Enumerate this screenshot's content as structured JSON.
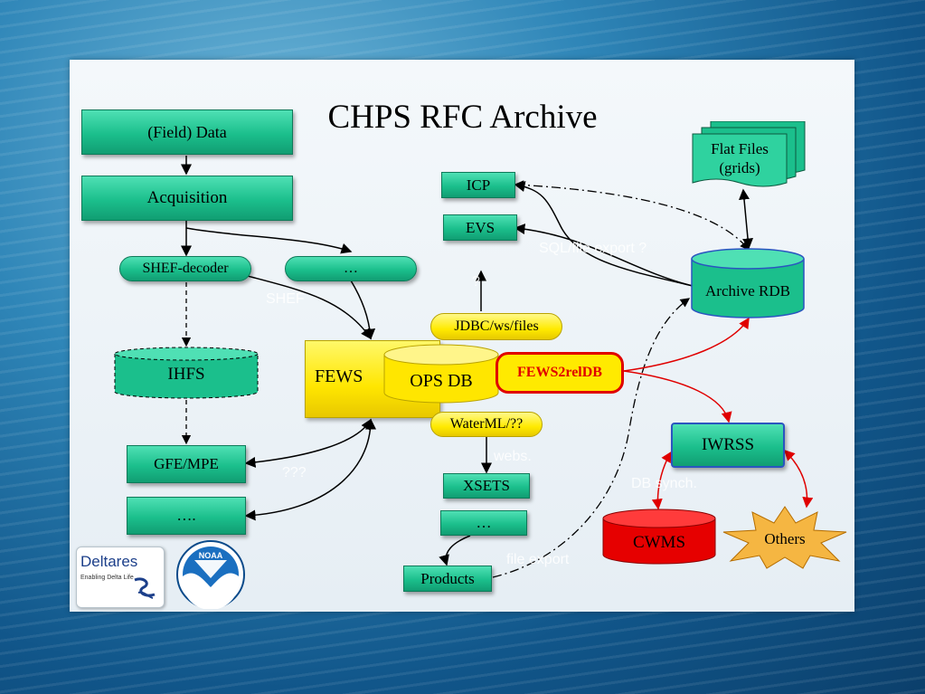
{
  "slide": {
    "title": "CHPS RFC Archive"
  },
  "nodes": {
    "field_data": "(Field) Data",
    "acquisition": "Acquisition",
    "shef_decoder": "SHEF-decoder",
    "ellipsis_top": "…",
    "ihfs": "IHFS",
    "gfe_mpe": "GFE/MPE",
    "ellipsis_left": "….",
    "fews": "FEWS",
    "ops_db": "OPS DB",
    "fews2reldb": "FEWS2relDB",
    "jdbc": "JDBC/ws/files",
    "waterml": "WaterML/??",
    "icp": "ICP",
    "evs": "EVS",
    "xsets": "XSETS",
    "ellipsis_mid": "…",
    "products": "Products",
    "flat_files": "Flat Files (grids)",
    "archive_rdb": "Archive RDB",
    "iwrss": "IWRSS",
    "cwms": "CWMS",
    "others": "Others"
  },
  "faint_labels": {
    "shef": "SHEF",
    "sql_file_export": "SQL/file export ?",
    "question": "?",
    "webs": "webs.",
    "triple_q": "???",
    "db_synch": "DB synch.",
    "file_export": "file export"
  },
  "logos": {
    "deltares": "Deltares",
    "deltares_tagline": "Enabling Delta Life",
    "noaa": "NOAA"
  },
  "colors": {
    "node_green": "#1bbf8c",
    "fews_yellow": "#ffea00",
    "fews2reldb_red": "#e00000",
    "cwms_red": "#e60000",
    "others_orange": "#f5a623",
    "red_arrows": "#e00000"
  }
}
